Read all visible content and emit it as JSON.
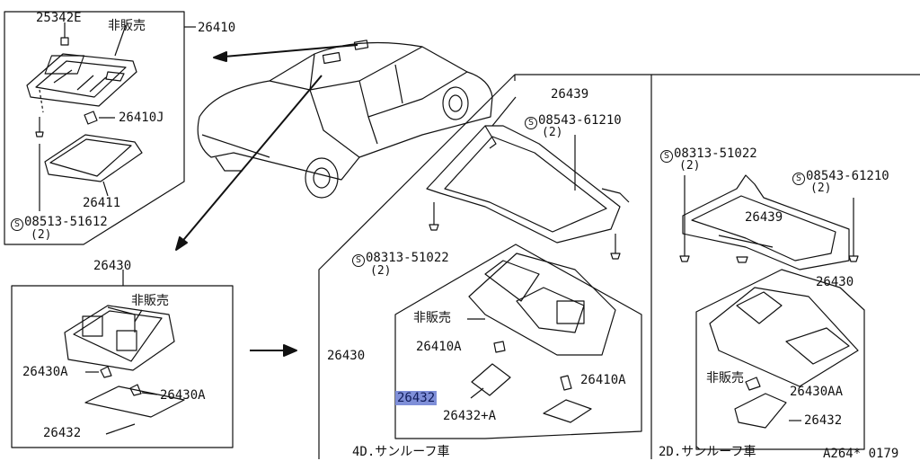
{
  "parts": {
    "p25342E": "25342E",
    "p26410": "26410",
    "p26410J": "26410J",
    "p26411": "26411",
    "p08513_51612": "08513-51612",
    "p26430_top": "26430",
    "p26430A_left": "26430A",
    "p26430A_right": "26430A",
    "p26432_left": "26432",
    "p26439_mid": "26439",
    "p08543_61210_mid": "08543-61210",
    "p08313_51022_mid": "08313-51022",
    "p26430_mid": "26430",
    "p26410A_1": "26410A",
    "p26410A_2": "26410A",
    "p26432_mid": "26432",
    "p26432A_mid": "26432+A",
    "p08313_51022_right": "08313-51022",
    "p08543_61210_right": "08543-61210",
    "p26439_right": "26439",
    "p26430_right": "26430",
    "p26430AA": "26430AA",
    "p26432_right": "26432"
  },
  "quantities": {
    "q2": "(2)"
  },
  "screw_symbol": "S",
  "not_for_sale": "非販売",
  "captions": {
    "cap4d": "4D.サンルーフ車",
    "cap2d": "2D.サンルーフ車",
    "ref": "A264* 0179"
  },
  "colors": {
    "highlight": "#7f8fd8",
    "line": "#111111"
  }
}
